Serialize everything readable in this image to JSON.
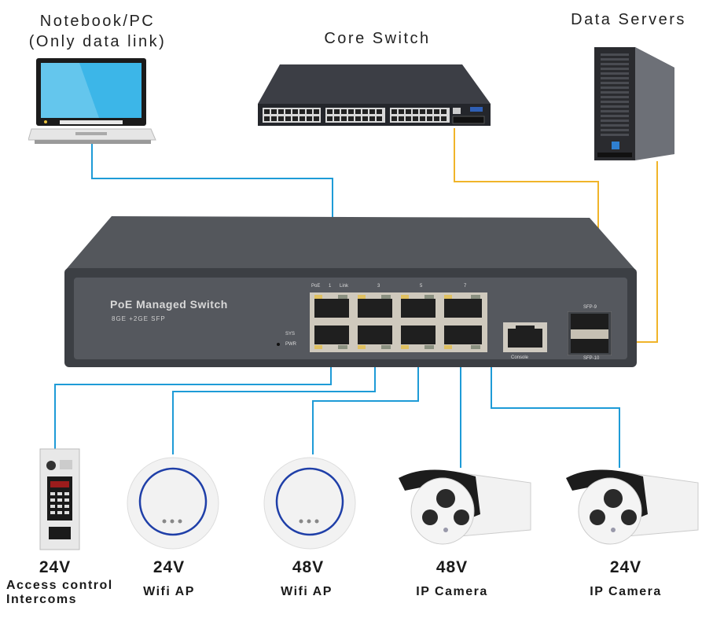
{
  "diagram": {
    "title": "PoE Managed Switch network topology",
    "upstream": [
      {
        "id": "notebook",
        "label_line1": "Notebook/PC",
        "label_line2": "(Only data link)",
        "icon": "laptop-icon",
        "link_type": "data"
      },
      {
        "id": "core-switch",
        "label_line1": "Core Switch",
        "icon": "rack-switch-icon",
        "link_type": "fiber"
      },
      {
        "id": "data-servers",
        "label_line1": "Data Servers",
        "icon": "tower-server-icon",
        "link_type": "fiber"
      }
    ],
    "poe_switch": {
      "name": "PoE Managed Switch",
      "spec": "8GE +2GE SFP",
      "port_header_labels": [
        "PoE",
        "1",
        "Link",
        "3",
        "5",
        "7"
      ],
      "led_labels": [
        "SYS",
        "PWR"
      ],
      "console_label": "Console",
      "sfp_labels": [
        "SFP-9",
        "SFP-10"
      ],
      "rj45_port_count": 8,
      "sfp_port_count": 2
    },
    "downstream": [
      {
        "id": "intercom",
        "voltage": "24V",
        "label_line1": "Access control",
        "label_line2": "Intercoms",
        "icon": "intercom-icon"
      },
      {
        "id": "wifi-ap-1",
        "voltage": "24V",
        "label_line1": "Wifi AP",
        "icon": "wifi-ap-icon"
      },
      {
        "id": "wifi-ap-2",
        "voltage": "48V",
        "label_line1": "Wifi AP",
        "icon": "wifi-ap-icon"
      },
      {
        "id": "camera-1",
        "voltage": "48V",
        "label_line1": "IP Camera",
        "icon": "ip-camera-icon"
      },
      {
        "id": "camera-2",
        "voltage": "24V",
        "label_line1": "IP Camera",
        "icon": "ip-camera-icon"
      }
    ],
    "colors": {
      "ethernet_cable": "#1e9bd7",
      "fiber_cable": "#f0b429",
      "switch_body": "#4a4d52",
      "text": "#1a1a1a"
    }
  }
}
